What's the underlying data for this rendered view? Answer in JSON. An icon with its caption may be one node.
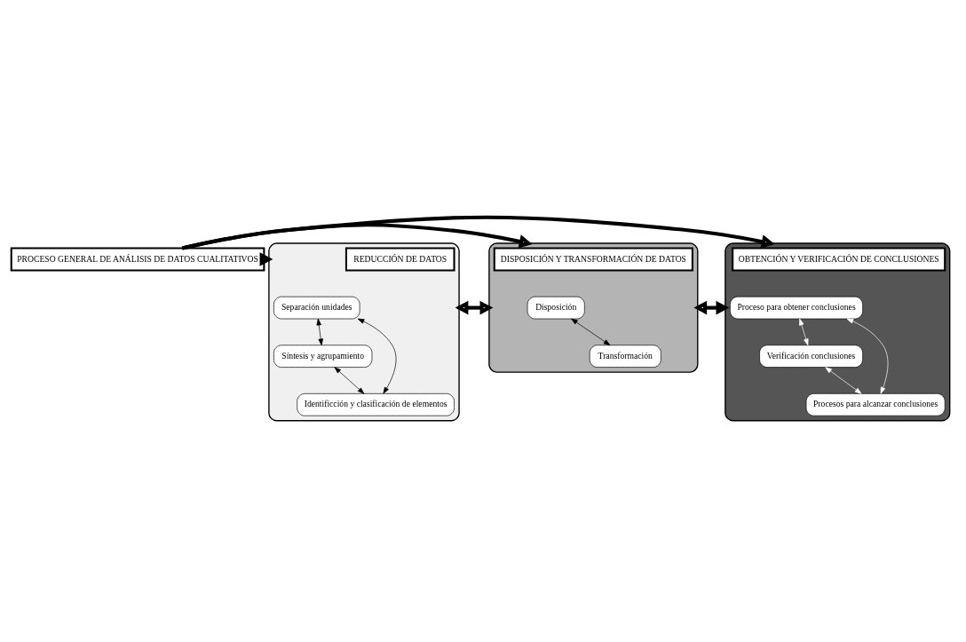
{
  "diagram": {
    "nodes": [
      {
        "text": [
          "PROCESO GENERAL DE ANÁLISIS DE DATOS CUALITATIVOS"
        ]
      },
      {
        "text": [],
        "shape": "ellipse"
      },
      {
        "text": [
          "REDUCCIÓN DE DATOS"
        ],
        "in": 1
      },
      {
        "text": [
          "Separación unidades"
        ],
        "in": 1
      },
      {
        "text": [
          "Síntesis y agrupamiento"
        ],
        "in": 1
      },
      {
        "text": [
          "Identificción y clasificación de elementos"
        ],
        "in": 1
      },
      {
        "text": [],
        "shape": "ellipse"
      },
      {
        "text": [
          "DISPOSICIÓN Y TRANSFORMACIÓN DE DATOS"
        ],
        "in": 6
      },
      {
        "text": [
          "Disposición"
        ],
        "in": 6
      },
      {
        "text": [
          "Transformación"
        ],
        "in": 6
      },
      {
        "text": [],
        "shape": "ellipse"
      },
      {
        "text": [
          "OBTENCIÓN Y VERIFICACIÓN DE CONCLUSIONES"
        ],
        "in": 10
      },
      {
        "text": [
          "Proceso para obtener conclusiones"
        ],
        "in": 10
      },
      {
        "text": [
          "Verificación conclusiones"
        ],
        "in": 10
      },
      {
        "text": [
          "Procesos para alcanzar conclusiones"
        ],
        "in": 10
      }
    ],
    "edges": [
      {
        "from": 0,
        "to": 1,
        "arrow": "to",
        "style": "thick"
      },
      {
        "from": 0,
        "to": 6,
        "arrow": "to",
        "style": "thick"
      },
      {
        "from": 0,
        "to": 10,
        "arrow": "to",
        "style": "thick"
      },
      {
        "from": 3,
        "to": 4,
        "arrow": "both"
      },
      {
        "from": 3,
        "to": 5,
        "arrow": "both"
      },
      {
        "from": 5,
        "to": 4,
        "arrow": "both"
      },
      {
        "from": 8,
        "to": 9,
        "arrow": "both"
      },
      {
        "from": 12,
        "to": 13,
        "arrow": "both",
        "color": "#ffffff"
      },
      {
        "from": 12,
        "to": 14,
        "arrow": "both",
        "color": "#ffffff"
      },
      {
        "from": 14,
        "to": 13,
        "arrow": "both",
        "color": "#ffffff"
      },
      {
        "from": 1,
        "to": 6,
        "arrow": "both",
        "style": "thick"
      },
      {
        "from": 6,
        "to": 10,
        "arrow": "both",
        "style": "thick"
      }
    ]
  }
}
